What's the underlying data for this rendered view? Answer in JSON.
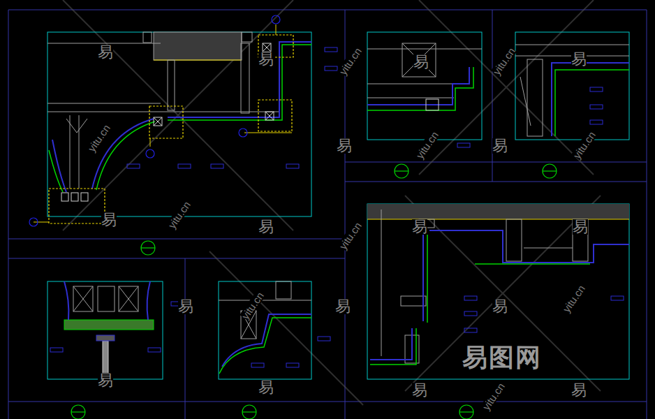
{
  "diagram": {
    "labels": [
      "易",
      "易",
      "易",
      "易",
      "易",
      "易",
      "易",
      "易",
      "易",
      "易",
      "易",
      "易",
      "易",
      "易",
      "易",
      "易",
      "易",
      "yitu.cn",
      "yitu.cn",
      "yitu.cn",
      "yitu.cn",
      "yitu.cn",
      "yitu.cn",
      "yitu.cn",
      "yitu.cn",
      "yitu.cn",
      "yitu.cn",
      "易图网"
    ]
  }
}
